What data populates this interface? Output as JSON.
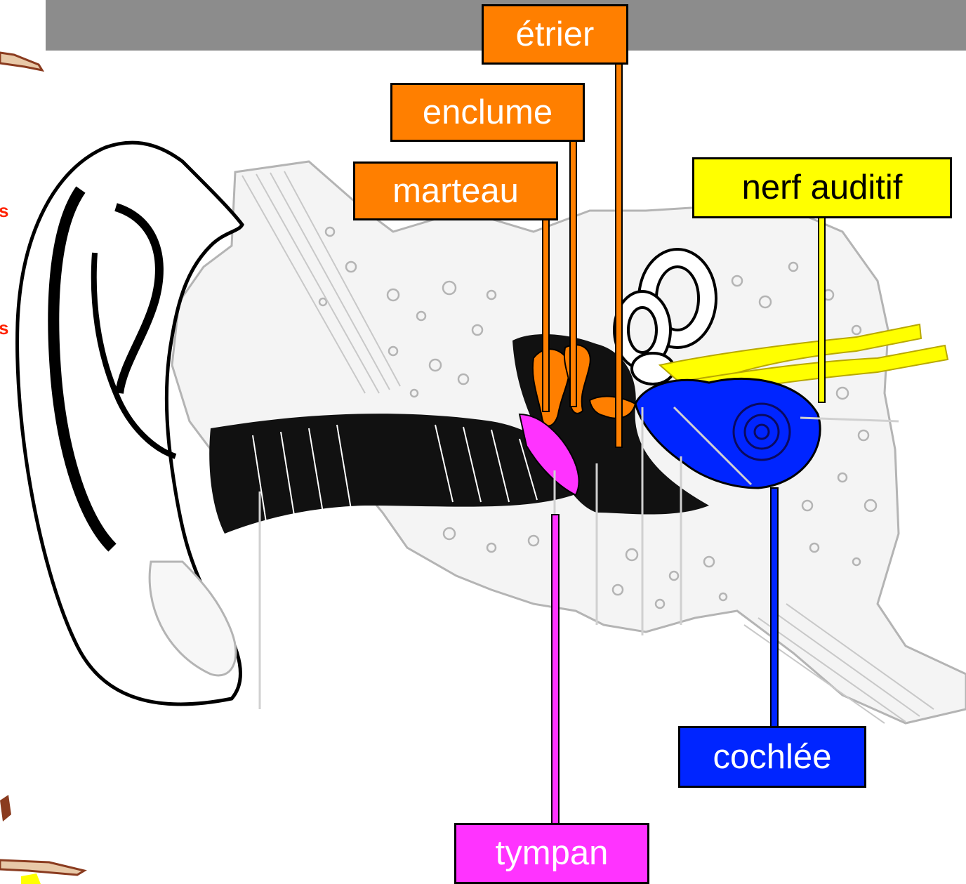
{
  "labels": {
    "etrier": "étrier",
    "enclume": "enclume",
    "marteau": "marteau",
    "nerf_auditif": "nerf auditif",
    "cochlee": "cochlée",
    "tympan": "tympan"
  },
  "side_fragments": [
    "s",
    "s"
  ],
  "colors": {
    "ossicles": "#ff7f00",
    "nerve": "#ffff00",
    "cochlea": "#0025ff",
    "eardrum": "#ff33ff",
    "header_bar": "#8c8c8c",
    "outline": "#000000",
    "bone": "#b4b4b4"
  }
}
